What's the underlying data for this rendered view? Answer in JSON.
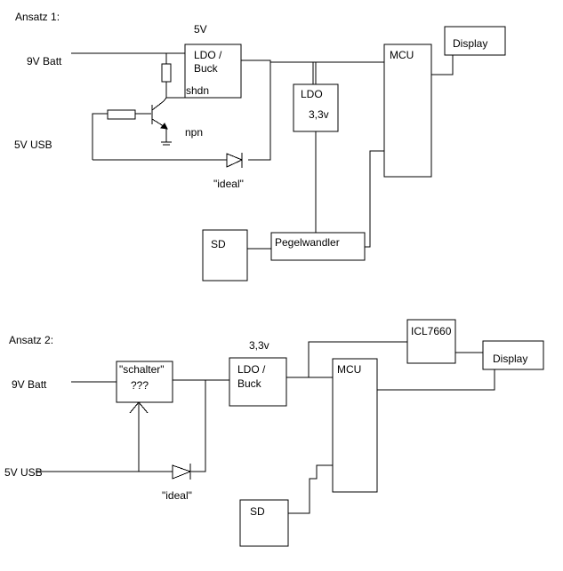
{
  "diagram_1": {
    "heading": "Ansatz 1:",
    "voltage_top": "5V",
    "input_battery": "9V Batt",
    "input_usb": "5V USB",
    "ldo_buck_line1": "LDO /",
    "ldo_buck_line2": "Buck",
    "shdn_pin": "shdn",
    "transistor_label": "npn",
    "ideal_diode": "\"ideal\"",
    "ldo_33": "LDO",
    "ldo_33_voltage": "3,3v",
    "mcu": "MCU",
    "display": "Display",
    "sd": "SD",
    "level_shifter": "Pegelwandler"
  },
  "diagram_2": {
    "heading": "Ansatz 2:",
    "voltage_top": "3,3v",
    "input_battery": "9V Batt",
    "input_usb": "5V USB",
    "switch_line1": "\"schalter\"",
    "switch_line2": "???",
    "ldo_buck_line1": "LDO /",
    "ldo_buck_line2": "Buck",
    "ideal_diode": "\"ideal\"",
    "icl": "ICL7660",
    "mcu": "MCU",
    "display": "Display",
    "sd": "SD"
  }
}
